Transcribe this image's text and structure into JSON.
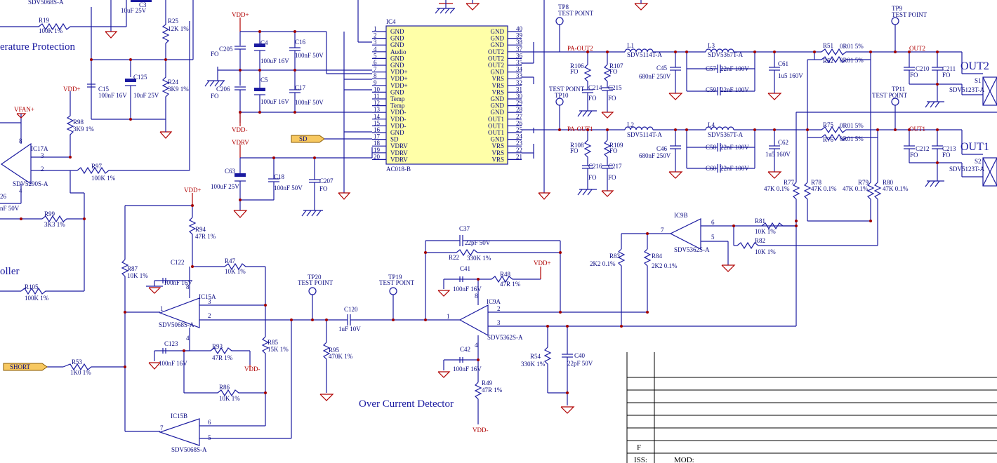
{
  "ic4": {
    "ref": "IC4",
    "part": "AC018-B",
    "left_pins": [
      {
        "n": "1",
        "name": "GND"
      },
      {
        "n": "2",
        "name": "GND"
      },
      {
        "n": "3",
        "name": "GND"
      },
      {
        "n": "4",
        "name": "Audio"
      },
      {
        "n": "5",
        "name": "GND"
      },
      {
        "n": "6",
        "name": "GND"
      },
      {
        "n": "7",
        "name": "VDD+"
      },
      {
        "n": "8",
        "name": "VDD+"
      },
      {
        "n": "9",
        "name": "VDD+"
      },
      {
        "n": "10",
        "name": "GND"
      },
      {
        "n": "11",
        "name": "Temp"
      },
      {
        "n": "12",
        "name": "Temp"
      },
      {
        "n": "13",
        "name": "VDD-"
      },
      {
        "n": "14",
        "name": "VDD-"
      },
      {
        "n": "15",
        "name": "VDD-"
      },
      {
        "n": "16",
        "name": "GND"
      },
      {
        "n": "17",
        "name": "SD"
      },
      {
        "n": "18",
        "name": "VDRV"
      },
      {
        "n": "19",
        "name": "VDRV"
      },
      {
        "n": "20",
        "name": "VDRV"
      }
    ],
    "right_pins": [
      {
        "n": "40",
        "name": "GND"
      },
      {
        "n": "39",
        "name": "GND"
      },
      {
        "n": "38",
        "name": "GND"
      },
      {
        "n": "37",
        "name": "OUT2"
      },
      {
        "n": "36",
        "name": "OUT2"
      },
      {
        "n": "35",
        "name": "OUT2"
      },
      {
        "n": "34",
        "name": "GND"
      },
      {
        "n": "33",
        "name": "VRS"
      },
      {
        "n": "32",
        "name": "VRS"
      },
      {
        "n": "31",
        "name": "VRS"
      },
      {
        "n": "30",
        "name": "GND"
      },
      {
        "n": "29",
        "name": "GND"
      },
      {
        "n": "28",
        "name": "GND"
      },
      {
        "n": "27",
        "name": "OUT1"
      },
      {
        "n": "26",
        "name": "OUT1"
      },
      {
        "n": "25",
        "name": "OUT1"
      },
      {
        "n": "24",
        "name": "GND"
      },
      {
        "n": "23",
        "name": "VRS"
      },
      {
        "n": "22",
        "name": "VRS"
      },
      {
        "n": "21",
        "name": "VRS"
      }
    ]
  },
  "labels": [
    {
      "id": "sdv5068-top",
      "text": "SDV5068S-A"
    },
    {
      "id": "r19",
      "text": "R19"
    },
    {
      "id": "r19v",
      "text": "100K 1%"
    },
    {
      "id": "c3",
      "text": "C3"
    },
    {
      "id": "c3v",
      "text": "10uF 25V"
    },
    {
      "id": "r25",
      "text": "R25"
    },
    {
      "id": "r25v",
      "text": "12K 1%"
    },
    {
      "id": "temp-prot",
      "text": "erature Protection"
    },
    {
      "id": "c15",
      "text": "C15"
    },
    {
      "id": "c15v",
      "text": "100nF 16V"
    },
    {
      "id": "c125",
      "text": "C125"
    },
    {
      "id": "c125v",
      "text": "10uF 25V"
    },
    {
      "id": "r24",
      "text": "R24"
    },
    {
      "id": "r24v",
      "text": "3K9 1%"
    },
    {
      "id": "vdd-plus-1",
      "text": "VDD+"
    },
    {
      "id": "vfan",
      "text": "VFAN+"
    },
    {
      "id": "r98",
      "text": "R98"
    },
    {
      "id": "r98v",
      "text": "3K9 1%"
    },
    {
      "id": "ic17a",
      "text": "IC17A"
    },
    {
      "id": "ic17-p3",
      "text": "3"
    },
    {
      "id": "ic17-p2",
      "text": "2"
    },
    {
      "id": "ic17-p8",
      "text": "8"
    },
    {
      "id": "ic17-p4",
      "text": "4"
    },
    {
      "id": "r97",
      "text": "R97"
    },
    {
      "id": "r97v",
      "text": "100K 1%"
    },
    {
      "id": "sdv5290",
      "text": "SDV5290S-A"
    },
    {
      "id": "c26",
      "text": "26"
    },
    {
      "id": "c26v",
      "text": "nF 50V"
    },
    {
      "id": "r99",
      "text": "R99"
    },
    {
      "id": "r99v",
      "text": "3K3 1%"
    },
    {
      "id": "oller",
      "text": "oller"
    },
    {
      "id": "r105",
      "text": "R105"
    },
    {
      "id": "r105v",
      "text": "100K 1%"
    },
    {
      "id": "vdd-plus-2",
      "text": "VDD+"
    },
    {
      "id": "c205",
      "text": "C205"
    },
    {
      "id": "c205v",
      "text": "FO"
    },
    {
      "id": "c4",
      "text": "C4"
    },
    {
      "id": "c4v",
      "text": "100uF 16V"
    },
    {
      "id": "c16",
      "text": "C16"
    },
    {
      "id": "c16v",
      "text": "100nF 50V"
    },
    {
      "id": "c206",
      "text": "C206"
    },
    {
      "id": "c206v",
      "text": "FO"
    },
    {
      "id": "c5",
      "text": "C5"
    },
    {
      "id": "c5v",
      "text": "100uF 16V"
    },
    {
      "id": "c17",
      "text": "C17"
    },
    {
      "id": "c17v",
      "text": "100nF 50V"
    },
    {
      "id": "vdd-minus-1",
      "text": "VDD-"
    },
    {
      "id": "vdrv",
      "text": "VDRV"
    },
    {
      "id": "sd-flag",
      "text": "SD"
    },
    {
      "id": "c63",
      "text": "C63"
    },
    {
      "id": "c63v",
      "text": "100uF 25V"
    },
    {
      "id": "c18",
      "text": "C18"
    },
    {
      "id": "c18v",
      "text": "100nF 50V"
    },
    {
      "id": "c207",
      "text": "C207"
    },
    {
      "id": "c207v",
      "text": "FO"
    },
    {
      "id": "tp8",
      "text": "TP8"
    },
    {
      "id": "tp8v",
      "text": "TEST POINT"
    },
    {
      "id": "pa-out2",
      "text": "PA-OUT2"
    },
    {
      "id": "r106",
      "text": "R106"
    },
    {
      "id": "r106v",
      "text": "FO"
    },
    {
      "id": "r107",
      "text": "R107"
    },
    {
      "id": "r107v",
      "text": "FO"
    },
    {
      "id": "c214",
      "text": "C214"
    },
    {
      "id": "c214v",
      "text": "FO"
    },
    {
      "id": "c215",
      "text": "C215"
    },
    {
      "id": "c215v",
      "text": "FO"
    },
    {
      "id": "tp10a",
      "text": "TEST POINT"
    },
    {
      "id": "tp10",
      "text": "TP10"
    },
    {
      "id": "pa-out1",
      "text": "PA-OUT1"
    },
    {
      "id": "r108",
      "text": "R108"
    },
    {
      "id": "r108v",
      "text": "FO"
    },
    {
      "id": "r109",
      "text": "R109"
    },
    {
      "id": "r109v",
      "text": "FO"
    },
    {
      "id": "c216",
      "text": "C216"
    },
    {
      "id": "c216v",
      "text": "FO"
    },
    {
      "id": "c217",
      "text": "C217"
    },
    {
      "id": "c217v",
      "text": "FO"
    },
    {
      "id": "l1",
      "text": "L1"
    },
    {
      "id": "l1v",
      "text": "SDV5114T-A"
    },
    {
      "id": "l3",
      "text": "L3"
    },
    {
      "id": "l3v",
      "text": "SDV5367T-A"
    },
    {
      "id": "c45",
      "text": "C45"
    },
    {
      "id": "c45v",
      "text": "680nF 250V"
    },
    {
      "id": "c57",
      "text": "C57"
    },
    {
      "id": "c57v",
      "text": "22nF 100V"
    },
    {
      "id": "c59",
      "text": "C59"
    },
    {
      "id": "c59v",
      "text": "22nF 100V"
    },
    {
      "id": "c61",
      "text": "C61"
    },
    {
      "id": "c61v",
      "text": "1u5 160V"
    },
    {
      "id": "r51",
      "text": "R51"
    },
    {
      "id": "r51v",
      "text": "0R01 5%"
    },
    {
      "id": "r52",
      "text": "R52"
    },
    {
      "id": "r52v",
      "text": "0R01 5%"
    },
    {
      "id": "tp9",
      "text": "TP9"
    },
    {
      "id": "tp9v",
      "text": "TEST POINT"
    },
    {
      "id": "out2",
      "text": "OUT2"
    },
    {
      "id": "c210",
      "text": "C210"
    },
    {
      "id": "c210v",
      "text": "FO"
    },
    {
      "id": "c211",
      "text": "C211"
    },
    {
      "id": "c211v",
      "text": "FO"
    },
    {
      "id": "out2-big",
      "text": "OUT2"
    },
    {
      "id": "s1",
      "text": "S1"
    },
    {
      "id": "s1v",
      "text": "SDV5123T-A"
    },
    {
      "id": "l2",
      "text": "L2"
    },
    {
      "id": "l2v",
      "text": "SDV5114T-A"
    },
    {
      "id": "l4",
      "text": "L4"
    },
    {
      "id": "l4v",
      "text": "SDV5367T-A"
    },
    {
      "id": "c46",
      "text": "C46"
    },
    {
      "id": "c46v",
      "text": "680nF 250V"
    },
    {
      "id": "c58",
      "text": "C58"
    },
    {
      "id": "c58v",
      "text": "22nF 100V"
    },
    {
      "id": "c60",
      "text": "C60"
    },
    {
      "id": "c60v",
      "text": "22nF 100V"
    },
    {
      "id": "c62",
      "text": "C62"
    },
    {
      "id": "c62v",
      "text": "1u5 160V"
    },
    {
      "id": "r75",
      "text": "R75"
    },
    {
      "id": "r75v",
      "text": "0R01 5%"
    },
    {
      "id": "r76",
      "text": "R76"
    },
    {
      "id": "r76v",
      "text": "0R01 5%"
    },
    {
      "id": "tp11",
      "text": "TP11"
    },
    {
      "id": "tp11v",
      "text": "TEST POINT"
    },
    {
      "id": "out1",
      "text": "OUT1"
    },
    {
      "id": "c212",
      "text": "C212"
    },
    {
      "id": "c212v",
      "text": "FO"
    },
    {
      "id": "c213",
      "text": "C213"
    },
    {
      "id": "c213v",
      "text": "FO"
    },
    {
      "id": "out1-big",
      "text": "OUT1"
    },
    {
      "id": "s2",
      "text": "S2"
    },
    {
      "id": "s2v",
      "text": "SDV5123T-A"
    },
    {
      "id": "r77",
      "text": "R77"
    },
    {
      "id": "r77v",
      "text": "47K 0.1%"
    },
    {
      "id": "r78",
      "text": "R78"
    },
    {
      "id": "r78v",
      "text": "47K 0.1%"
    },
    {
      "id": "r79",
      "text": "R79"
    },
    {
      "id": "r79v",
      "text": "47K 0.1%"
    },
    {
      "id": "r80",
      "text": "R80"
    },
    {
      "id": "r80v",
      "text": "47K 0.1%"
    },
    {
      "id": "ic9b",
      "text": "IC9B"
    },
    {
      "id": "ic9b-p7",
      "text": "7"
    },
    {
      "id": "ic9b-p6",
      "text": "6"
    },
    {
      "id": "ic9b-p5",
      "text": "5"
    },
    {
      "id": "sdv5362-b",
      "text": "SDV5362S-A"
    },
    {
      "id": "r81",
      "text": "R81"
    },
    {
      "id": "r81v",
      "text": "10K 1%"
    },
    {
      "id": "r82",
      "text": "R82"
    },
    {
      "id": "r82v",
      "text": "10K 1%"
    },
    {
      "id": "r83",
      "text": "R83"
    },
    {
      "id": "r83v",
      "text": "2K2 0.1%"
    },
    {
      "id": "r84",
      "text": "R84"
    },
    {
      "id": "r84v",
      "text": "2K2 0.1%"
    },
    {
      "id": "vdd-plus-3",
      "text": "VDD+"
    },
    {
      "id": "r94",
      "text": "R94"
    },
    {
      "id": "r94v",
      "text": "47R 1%"
    },
    {
      "id": "c122",
      "text": "C122"
    },
    {
      "id": "c122v",
      "text": "100nF 16V"
    },
    {
      "id": "r47",
      "text": "R47"
    },
    {
      "id": "r47v",
      "text": "10K 1%"
    },
    {
      "id": "r87",
      "text": "R87"
    },
    {
      "id": "r87v",
      "text": "10K 1%"
    },
    {
      "id": "ic15a",
      "text": "IC15A"
    },
    {
      "id": "ic15a-p1",
      "text": "1"
    },
    {
      "id": "ic15a-p3",
      "text": "3"
    },
    {
      "id": "ic15a-p2",
      "text": "2"
    },
    {
      "id": "ic15a-p8",
      "text": "8"
    },
    {
      "id": "ic15a-p4",
      "text": "4"
    },
    {
      "id": "sdv5068-a",
      "text": "SDV5068S-A"
    },
    {
      "id": "tp20",
      "text": "TP20"
    },
    {
      "id": "tp20v",
      "text": "TEST POINT"
    },
    {
      "id": "c120",
      "text": "C120"
    },
    {
      "id": "c120v",
      "text": "1uF 10V"
    },
    {
      "id": "tp19",
      "text": "TP19"
    },
    {
      "id": "tp19v",
      "text": "TEST POINT"
    },
    {
      "id": "c37",
      "text": "C37"
    },
    {
      "id": "c37v",
      "text": "22pF 50V"
    },
    {
      "id": "r22",
      "text": "R22"
    },
    {
      "id": "r22v",
      "text": "330K 1%"
    },
    {
      "id": "c41",
      "text": "C41"
    },
    {
      "id": "c41v",
      "text": "100nF 16V"
    },
    {
      "id": "r48",
      "text": "R48"
    },
    {
      "id": "r48v",
      "text": "47R 1%"
    },
    {
      "id": "vdd-plus-4",
      "text": "VDD+"
    },
    {
      "id": "ic9a",
      "text": "IC9A"
    },
    {
      "id": "ic9a-p1",
      "text": "1"
    },
    {
      "id": "ic9a-p2",
      "text": "2"
    },
    {
      "id": "ic9a-p3",
      "text": "3"
    },
    {
      "id": "ic9a-p8",
      "text": "8"
    },
    {
      "id": "ic9a-p4",
      "text": "4"
    },
    {
      "id": "sdv5362-a",
      "text": "SDV5362S-A"
    },
    {
      "id": "r85",
      "text": "R85"
    },
    {
      "id": "r85v",
      "text": "15K 1%"
    },
    {
      "id": "r95",
      "text": "R95"
    },
    {
      "id": "r95v",
      "text": "470K 1%"
    },
    {
      "id": "short-flag",
      "text": "SHORT"
    },
    {
      "id": "r53",
      "text": "R53"
    },
    {
      "id": "r53v",
      "text": "1K0 1%"
    },
    {
      "id": "c123",
      "text": "C123"
    },
    {
      "id": "c123v",
      "text": "100nF 16V"
    },
    {
      "id": "r93",
      "text": "R93"
    },
    {
      "id": "r93v",
      "text": "47R 1%"
    },
    {
      "id": "vdd-minus-2",
      "text": "VDD-"
    },
    {
      "id": "r86",
      "text": "R86"
    },
    {
      "id": "r86v",
      "text": "10K 1%"
    },
    {
      "id": "ic15b",
      "text": "IC15B"
    },
    {
      "id": "ic15b-p7",
      "text": "7"
    },
    {
      "id": "ic15b-p6",
      "text": "6"
    },
    {
      "id": "ic15b-p5",
      "text": "5"
    },
    {
      "id": "sdv5068-b",
      "text": "SDV5068S-A"
    },
    {
      "id": "ocd",
      "text": "Over Current Detector"
    },
    {
      "id": "c42",
      "text": "C42"
    },
    {
      "id": "c42v",
      "text": "100nF 16V"
    },
    {
      "id": "r49",
      "text": "R49"
    },
    {
      "id": "r49v",
      "text": "47R 1%"
    },
    {
      "id": "vdd-minus-3",
      "text": "VDD-"
    },
    {
      "id": "r54",
      "text": "R54"
    },
    {
      "id": "r54v",
      "text": "330K 1%"
    },
    {
      "id": "c40",
      "text": "C40"
    },
    {
      "id": "c40v",
      "text": "22pF 50V"
    }
  ],
  "title_block": {
    "row_f": "F",
    "iss": "ISS:",
    "mod": "MOD:"
  }
}
